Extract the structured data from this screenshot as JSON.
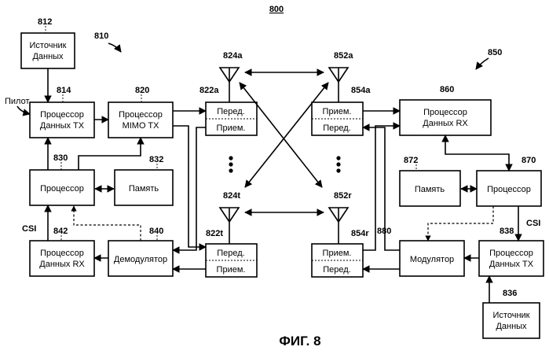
{
  "figure": {
    "number": "800",
    "caption": "ФИГ. 8"
  },
  "labels": {
    "n810": "810",
    "n850": "850",
    "pilot": "Пилот",
    "csi_left": "CSI",
    "csi_right": "CSI",
    "n824a": "824a",
    "n824t": "824t",
    "n852a": "852a",
    "n852r": "852r",
    "n822a": "822a",
    "n822t": "822t",
    "n854a": "854a",
    "n854r": "854r"
  },
  "blocks": {
    "b812": {
      "number": "812",
      "line1": "Источник",
      "line2": "Данных"
    },
    "b814": {
      "number": "814",
      "line1": "Процессор",
      "line2": "Данных TX"
    },
    "b820": {
      "number": "820",
      "line1": "Процессор",
      "line2": "MIMO TX"
    },
    "b830": {
      "number": "830",
      "line1": "Процессор"
    },
    "b832": {
      "number": "832",
      "line1": "Память"
    },
    "b842": {
      "number": "842",
      "line1": "Процессор",
      "line2": "Данных RX"
    },
    "b840": {
      "number": "840",
      "line1": "Демодулятор"
    },
    "b860": {
      "number": "860",
      "line1": "Процессор",
      "line2": "Данных RX"
    },
    "b872": {
      "number": "872",
      "line1": "Память"
    },
    "b870": {
      "number": "870",
      "line1": "Процессор"
    },
    "b880": {
      "number": "880",
      "line1": "Модулятор"
    },
    "b838": {
      "number": "838",
      "line1": "Процессор",
      "line2": "Данных TX"
    },
    "b836": {
      "number": "836",
      "line1": "Источник",
      "line2": "Данных"
    }
  },
  "transceivers": {
    "t822a": {
      "top": "Перед.",
      "bottom": "Прием."
    },
    "t822t": {
      "top": "Перед.",
      "bottom": "Прием."
    },
    "t854a": {
      "top": "Прием.",
      "bottom": "Перед."
    },
    "t854r": {
      "top": "Прием.",
      "bottom": "Перед."
    }
  }
}
